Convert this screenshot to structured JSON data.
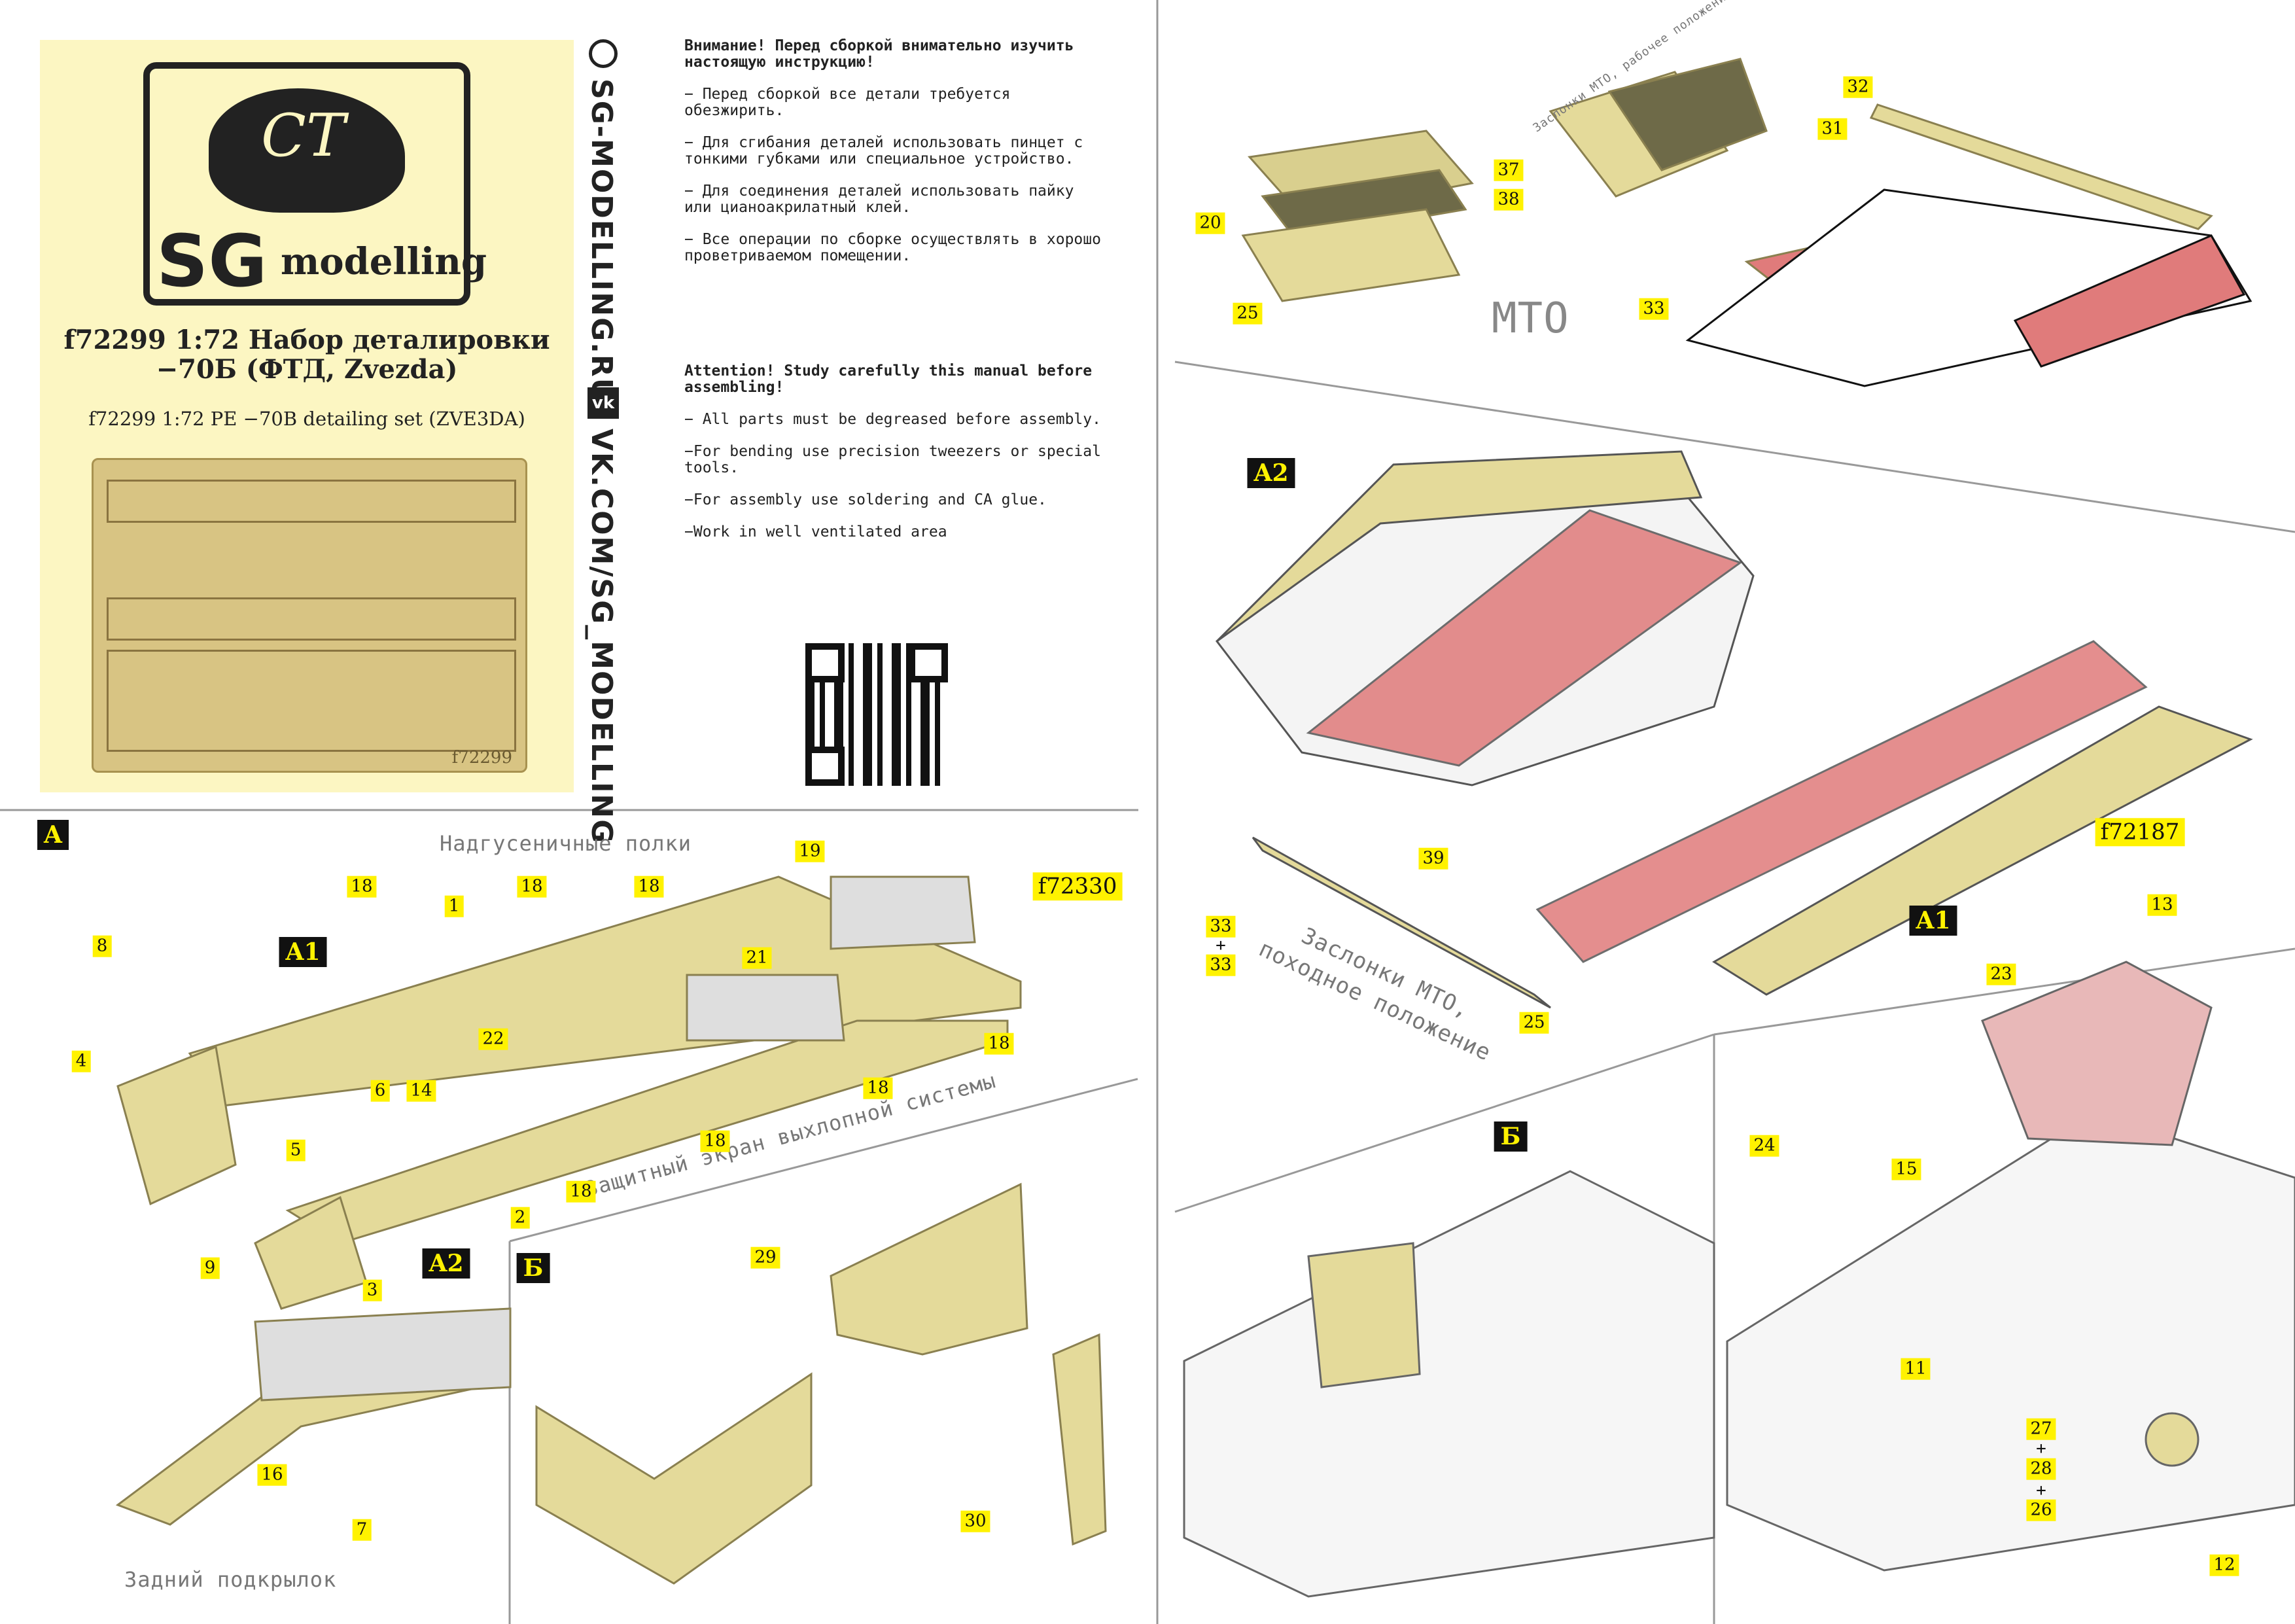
{
  "cover": {
    "logo_sg": "SG",
    "logo_modelling": "modelling",
    "logo_monogram": "CT",
    "title_line1": "f72299 1:72 Набор деталировки",
    "title_line2": "−70Б (ФТД, Zvezda)",
    "subtitle": "f72299 1:72 PE   −70B detailing set (ZVE3DA)",
    "sheet_code": "f72299",
    "website": "SG-MODELLING.RU",
    "vk": "VK.COM/SG_MODELLING"
  },
  "instructions_ru": {
    "heading": "Внимание! Перед сборкой внимательно изучить настоящую инструкцию!",
    "items": [
      "− Перед сборкой все детали требуется обезжирить.",
      "− Для сгибания деталей использовать пинцет с тонкими губками или специальное устройство.",
      "− Для соединения деталей использовать пайку или цианоакрилатный клей.",
      "− Все операции по сборке осуществлять в хорошо проветриваемом помещении."
    ]
  },
  "instructions_en": {
    "heading": "Attention! Study carefully this manual before assembling!",
    "items": [
      "− All parts must be degreased before assembly.",
      "−For bending use precision tweezers or special tools.",
      "−For assembly use soldering and CA glue.",
      "−Work in well ventilated area"
    ]
  },
  "captions": {
    "fenders": "Надгусеничные полки",
    "exhaust_shield": "Защитный экран выхлопной системы",
    "rear_mudguard": "Задний подкрылок",
    "mto": "МТО",
    "flaps_working": "Заслонки МТО, рабочее положение",
    "flaps_travel_1": "Заслонки МТО,",
    "flaps_travel_2": "походное положение"
  },
  "sections": {
    "a": "A",
    "b_left": "Б",
    "b_right": "Б"
  },
  "callouts": {
    "mto": [
      "37",
      "38",
      "20",
      "25",
      "33",
      "32",
      "31"
    ],
    "overview": [
      "A2",
      "f72187",
      "A1",
      "39",
      "33",
      "33",
      "25"
    ],
    "fenders": [
      "18",
      "1",
      "18",
      "18",
      "19",
      "f72330",
      "8",
      "A1",
      "21",
      "4",
      "22",
      "18",
      "6",
      "14",
      "18",
      "5",
      "18",
      "18",
      "2",
      "A2",
      "9",
      "3"
    ],
    "rear": [
      "29",
      "16",
      "7",
      "30"
    ],
    "turret": [
      "13",
      "23",
      "24",
      "15",
      "11",
      "27",
      "28",
      "26",
      "12"
    ]
  },
  "plus": "+",
  "colors": {
    "part": "#e4da9a",
    "etch": "#e07b7b",
    "label": "#fff200",
    "panel": "#fcf6c2"
  }
}
